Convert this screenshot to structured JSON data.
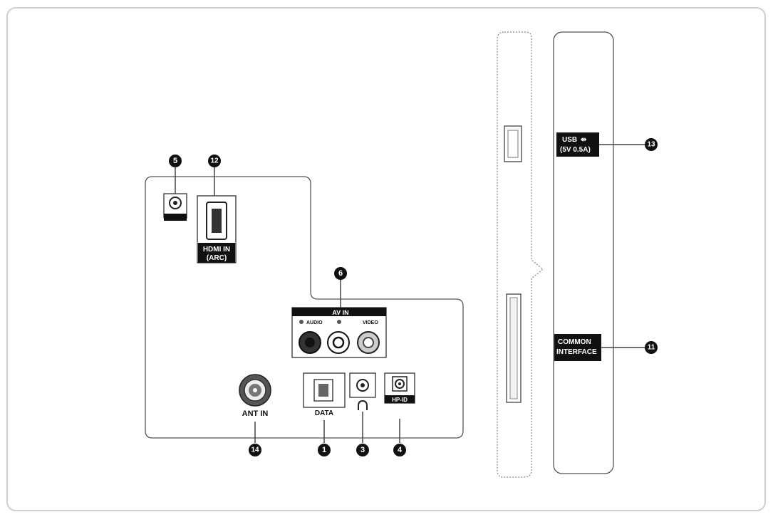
{
  "labels": {
    "hdmi_line1": "HDMI IN",
    "hdmi_line2": "(ARC)",
    "av_in": "AV IN",
    "audio": "AUDIO",
    "video": "VIDEO",
    "ant_in": "ANT IN",
    "data": "DATA",
    "hp_id": "HP-ID",
    "usb_line1": "USB",
    "usb_line2": "(5V 0.5A)",
    "ci_line1": "COMMON",
    "ci_line2": "INTERFACE"
  },
  "callouts": {
    "ir": "5",
    "hdmi": "12",
    "av": "6",
    "ant": "14",
    "data": "1",
    "headphone": "3",
    "hpid": "4",
    "usb": "13",
    "ci": "11"
  },
  "colors": {
    "line": "#444444",
    "badge": "#111111",
    "frame": "#cfcfcf"
  }
}
